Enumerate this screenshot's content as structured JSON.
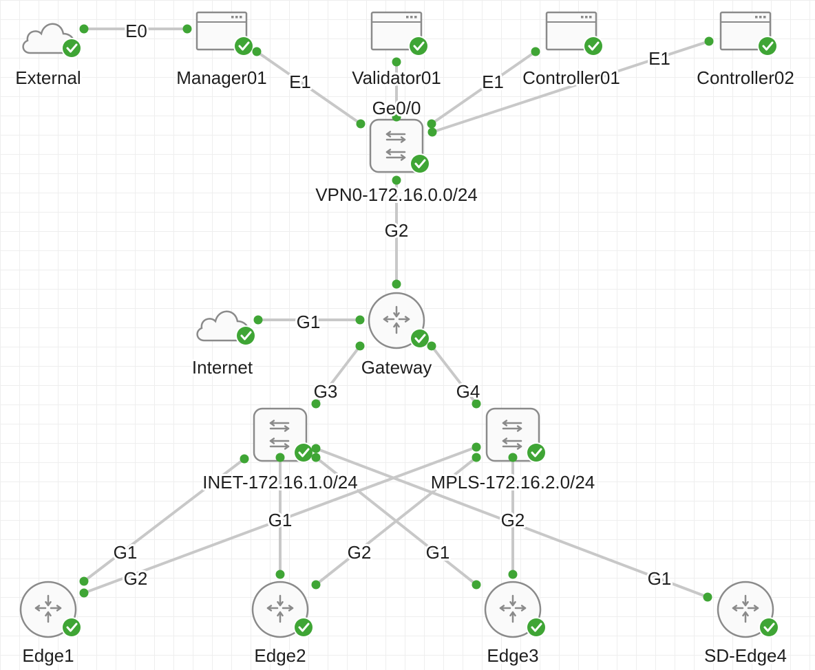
{
  "colors": {
    "link": "#c8c8c8",
    "port": "#3fa535",
    "status_ok": "#3fa535",
    "node_stroke": "#8a8a8a",
    "node_fill": "#fafafa",
    "icon_arrow": "#8a8a8a",
    "text": "#1e1e1e"
  },
  "nodes": [
    {
      "id": "external",
      "icon": "cloud-icon",
      "label": "External",
      "status": "check-icon"
    },
    {
      "id": "manager01",
      "icon": "server-window-icon",
      "label": "Manager01",
      "status": "check-icon"
    },
    {
      "id": "validator01",
      "icon": "server-window-icon",
      "label": "Validator01",
      "status": "check-icon"
    },
    {
      "id": "controller01",
      "icon": "server-window-icon",
      "label": "Controller01",
      "status": "check-icon"
    },
    {
      "id": "controller02",
      "icon": "server-window-icon",
      "label": "Controller02",
      "status": "check-icon"
    },
    {
      "id": "vpn0",
      "icon": "switch-icon",
      "label": "VPN0-172.16.0.0/24",
      "status": "check-icon"
    },
    {
      "id": "internet",
      "icon": "cloud-icon",
      "label": "Internet",
      "status": "check-icon"
    },
    {
      "id": "gateway",
      "icon": "router-icon",
      "label": "Gateway",
      "status": "check-icon"
    },
    {
      "id": "inet",
      "icon": "switch-icon",
      "label": "INET-172.16.1.0/24",
      "status": "check-icon"
    },
    {
      "id": "mpls",
      "icon": "switch-icon",
      "label": "MPLS-172.16.2.0/24",
      "status": "check-icon"
    },
    {
      "id": "edge1",
      "icon": "router-icon",
      "label": "Edge1",
      "status": "check-icon"
    },
    {
      "id": "edge2",
      "icon": "router-icon",
      "label": "Edge2",
      "status": "check-icon"
    },
    {
      "id": "edge3",
      "icon": "router-icon",
      "label": "Edge3",
      "status": "check-icon"
    },
    {
      "id": "sdedge4",
      "icon": "router-icon",
      "label": "SD-Edge4",
      "status": "check-icon"
    }
  ],
  "links": [
    {
      "from": "external",
      "to": "manager01",
      "label": "E0"
    },
    {
      "from": "manager01",
      "to": "vpn0",
      "label": "E1"
    },
    {
      "from": "validator01",
      "to": "vpn0",
      "label": "Ge0/0"
    },
    {
      "from": "controller01",
      "to": "vpn0",
      "label": "E1"
    },
    {
      "from": "controller02",
      "to": "vpn0",
      "label": "E1"
    },
    {
      "from": "vpn0",
      "to": "gateway",
      "label": "G2"
    },
    {
      "from": "internet",
      "to": "gateway",
      "label": "G1"
    },
    {
      "from": "gateway",
      "to": "inet",
      "label": "G3"
    },
    {
      "from": "gateway",
      "to": "mpls",
      "label": "G4"
    },
    {
      "from": "inet",
      "to": "edge1",
      "label": "G1"
    },
    {
      "from": "mpls",
      "to": "edge1",
      "label": "G2"
    },
    {
      "from": "inet",
      "to": "edge2",
      "label": "G1"
    },
    {
      "from": "mpls",
      "to": "edge2",
      "label": "G2"
    },
    {
      "from": "inet",
      "to": "edge3",
      "label": "G1"
    },
    {
      "from": "mpls",
      "to": "edge3",
      "label": "G2"
    },
    {
      "from": "inet",
      "to": "sdedge4",
      "label": "G1"
    }
  ]
}
